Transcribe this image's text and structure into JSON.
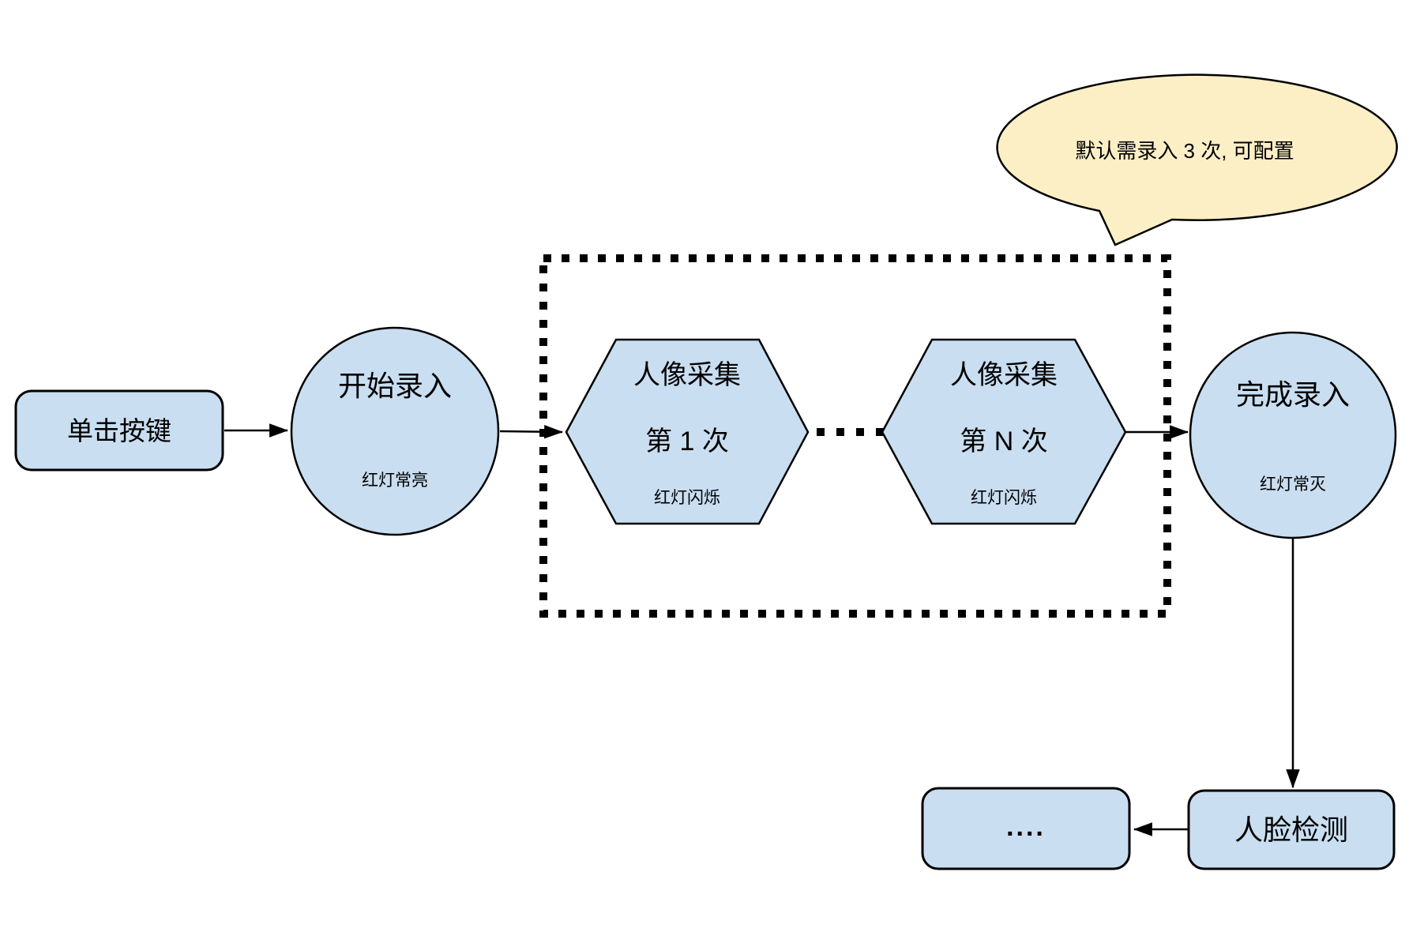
{
  "diagram": {
    "nodes": {
      "click_button": {
        "label": "单击按键"
      },
      "start_record": {
        "title": "开始录入",
        "status": "红灯常亮"
      },
      "capture_first": {
        "title": "人像采集",
        "count": "第 1 次",
        "status": "红灯闪烁"
      },
      "capture_nth": {
        "title": "人像采集",
        "count": "第 N 次",
        "status": "红灯闪烁"
      },
      "finish_record": {
        "title": "完成录入",
        "status": "红灯常灭"
      },
      "face_detection": {
        "label": "人脸检测"
      },
      "continuation": {
        "label": "...."
      }
    },
    "callout": {
      "text": "默认需录入 3 次, 可配置"
    },
    "colors": {
      "node_fill": "#C9DEF0",
      "callout_fill": "#FCEFC6",
      "stroke": "#000000",
      "background": "#FFFFFF"
    }
  }
}
